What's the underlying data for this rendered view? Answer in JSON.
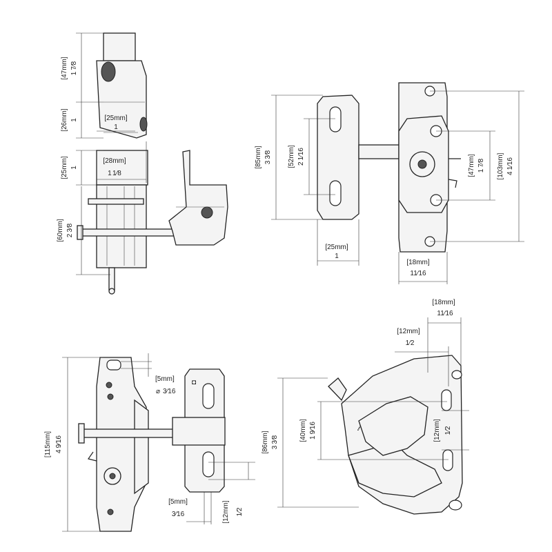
{
  "views": {
    "side_top": {
      "d47": {
        "bracket": "[47mm]",
        "whole": "1",
        "num": "7",
        "den": "8"
      },
      "d26": {
        "bracket": "[26mm]",
        "whole": "1"
      },
      "d25a": {
        "bracket": "[25mm]",
        "whole": "1"
      },
      "d28": {
        "bracket": "[28mm]",
        "whole": "1",
        "num": "1",
        "den": "8"
      },
      "d25b": {
        "bracket": "[25mm]",
        "whole": "1"
      },
      "d60": {
        "bracket": "[60mm]",
        "whole": "2",
        "num": "3",
        "den": "8"
      }
    },
    "front_top": {
      "d85": {
        "bracket": "[85mm]",
        "whole": "3",
        "num": "3",
        "den": "8"
      },
      "d52": {
        "bracket": "[52mm]",
        "whole": "2",
        "num": "1",
        "den": "16"
      },
      "d47": {
        "bracket": "[47mm]",
        "whole": "1",
        "num": "7",
        "den": "8"
      },
      "d103": {
        "bracket": "[103mm]",
        "whole": "4",
        "num": "1",
        "den": "16"
      },
      "d25": {
        "bracket": "[25mm]",
        "whole": "1"
      },
      "d18": {
        "bracket": "[18mm]",
        "num": "11",
        "den": "16"
      }
    },
    "side_bottom": {
      "d115": {
        "bracket": "[115mm]",
        "whole": "4",
        "num": "9",
        "den": "16"
      },
      "d5a": {
        "bracket": "[5mm]",
        "prefix": "⌀",
        "num": "3",
        "den": "16"
      },
      "d5b": {
        "bracket": "[5mm]",
        "num": "3",
        "den": "16"
      },
      "d12": {
        "bracket": "[12mm]",
        "num": "1",
        "den": "2"
      }
    },
    "iso": {
      "d18": {
        "bracket": "[18mm]",
        "num": "11",
        "den": "16"
      },
      "d12a": {
        "bracket": "[12mm]",
        "num": "1",
        "den": "2"
      },
      "d86": {
        "bracket": "[86mm]",
        "whole": "3",
        "num": "3",
        "den": "8"
      },
      "d40": {
        "bracket": "[40mm]",
        "whole": "1",
        "num": "9",
        "den": "16"
      },
      "d12b": {
        "bracket": "[12mm]",
        "num": "1",
        "den": "2"
      }
    }
  }
}
